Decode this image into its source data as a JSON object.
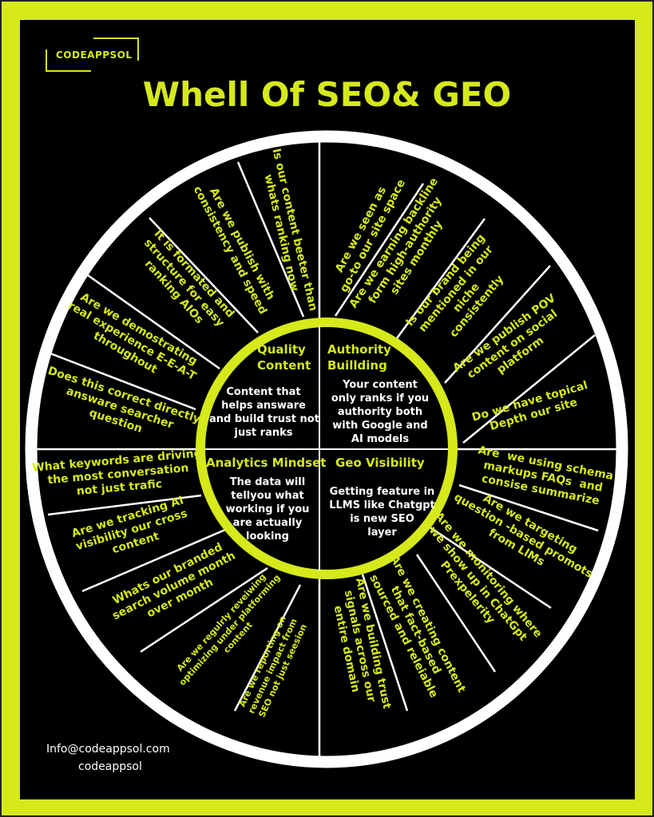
{
  "brand": {
    "logo_text": "CODEAPPSOL"
  },
  "title": "Whell Of SEO& GEO",
  "colors": {
    "accent": "#d5e91b",
    "background": "#000000",
    "ring": "#ffffff"
  },
  "quadrants": [
    {
      "title": "Quality\nContent",
      "description": "Content that\nhelps answare\nand build trust not\njust ranks",
      "questions": [
        "Does this correct directly\nansware searcher\nquestion",
        "Are we demostrating\nreal experience E-E-A-T\nthroughout",
        "It is formated and\nstructure for easy\nranking AIOs",
        "Are we publish with\nconsistency and speed",
        "Is our content beeter than\nwhats ranking now"
      ]
    },
    {
      "title": "Authority\nBuillding",
      "description": "Your content\nonly ranks if you\nauthority both\nwith Google and\nAI models",
      "questions": [
        "Are we seen as\ngo-to our site space",
        "Are we earning backline\nform high-authority\nsites monthly",
        "Is our brand being\nmentioned in our\nniche\nconsistently",
        "Are we publish POV\ncontent on social\nplatform",
        "Do we have topical\nDepth our site"
      ]
    },
    {
      "title": "Geo Visibility",
      "description": "Getting feature in\nLLMS like Chatgpt\nis new SEO\nlayer",
      "questions": [
        "Are  we using schema\nmarkups FAQs  and\nconsise summarize",
        "Are we targeting\nquestion -based promots\nfrom LlMs",
        "Are we monitoring where\nwe show up in ChatGpt\nPrexpelerity",
        "Are we creating content\nthat fact-based\nsourced and releiable",
        "Are we building trust\nsignals across our\nentire domain"
      ]
    },
    {
      "title": "Analytics Mindset",
      "description": "The data will\ntellyou what\nworking if you\nare actually\nlooking",
      "questions": [
        "What keywords are driving\nthe most conversation\nnot just trafic",
        "Are we tracking AI\nvisibility our cross\ncontent",
        "Whats our branded\nsearch volume month\nover month",
        "Are we regulrly reveiwing\noptimizing under platforming\ncontent",
        "Are we reporting on\nrevenue impact from\nSEO not just seesion"
      ]
    }
  ],
  "footer": {
    "email": "Info@codeappsol.com",
    "handle": "codeappsol"
  }
}
